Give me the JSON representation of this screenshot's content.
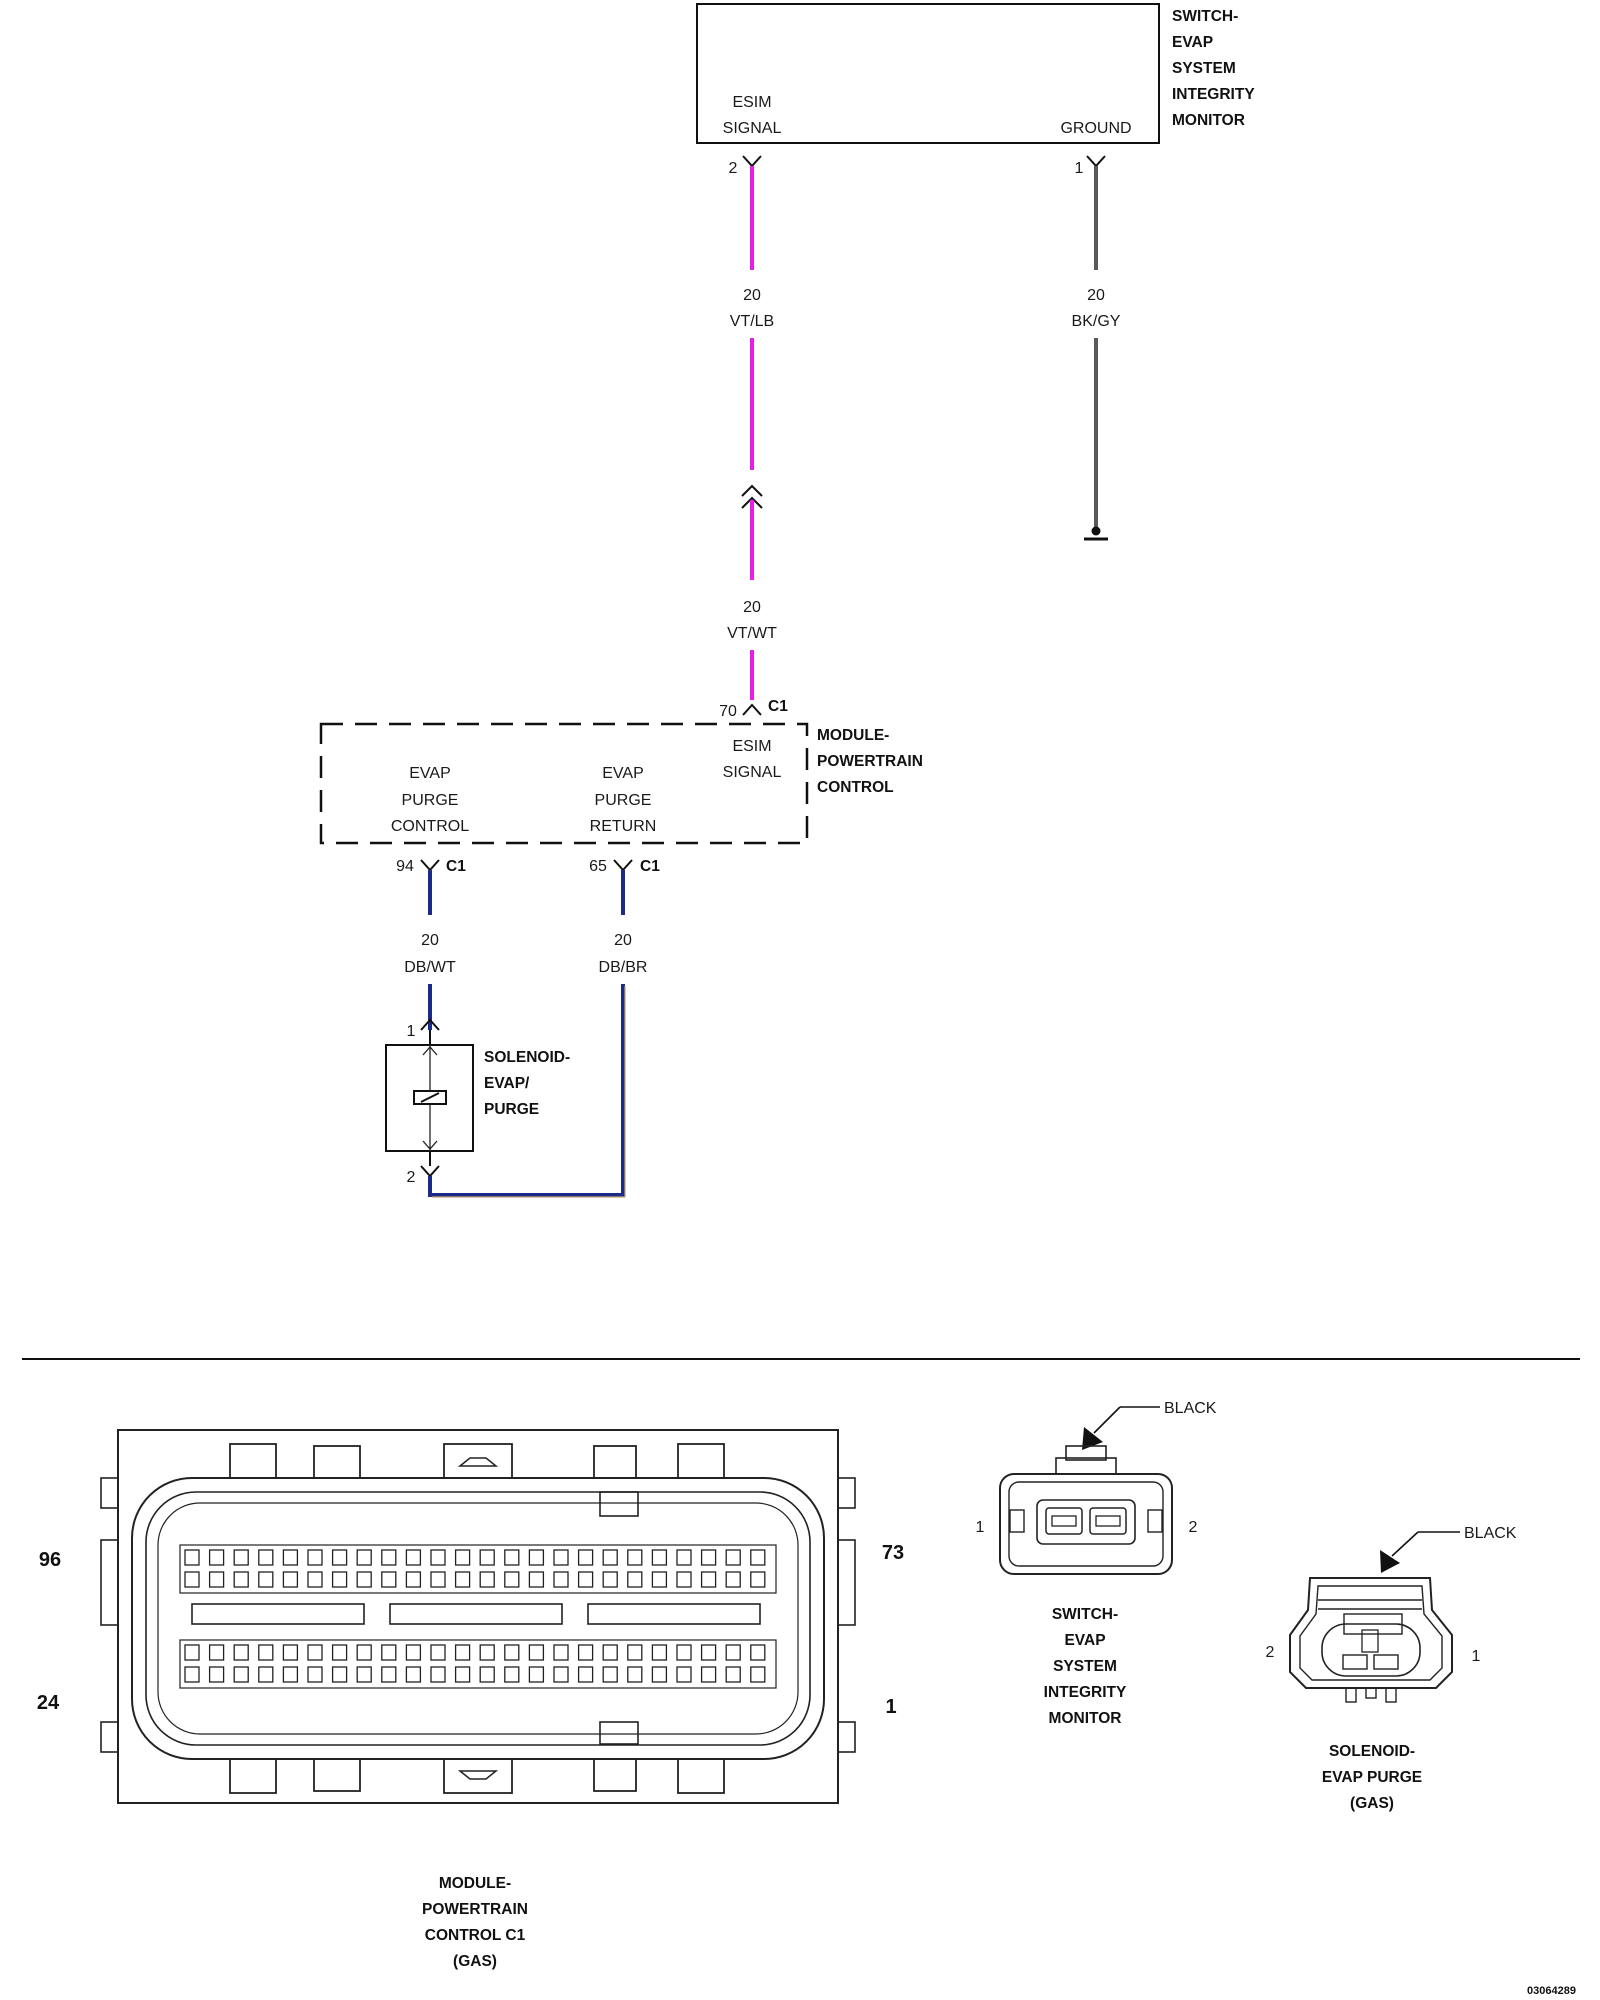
{
  "colors": {
    "vt_wire": "#e61ee6",
    "bk_wire": "#5a5a5a",
    "db_wire": "#1c2a8a",
    "db_wire_stripe": "#c8a46a",
    "ink": "#111111"
  },
  "switch_component": {
    "title": [
      "SWITCH-",
      "EVAP",
      "SYSTEM",
      "INTEGRITY",
      "MONITOR"
    ],
    "pin_esim": [
      "ESIM",
      "SIGNAL"
    ],
    "pin_ground": "GROUND",
    "pin2_number": "2",
    "pin1_number": "1"
  },
  "wires": {
    "esim_upper": {
      "gauge": "20",
      "color_code": "VT/LB"
    },
    "ground": {
      "gauge": "20",
      "color_code": "BK/GY"
    },
    "esim_lower": {
      "gauge": "20",
      "color_code": "VT/WT"
    },
    "purge_control": {
      "gauge": "20",
      "color_code": "DB/WT"
    },
    "purge_return": {
      "gauge": "20",
      "color_code": "DB/BR"
    }
  },
  "pcm_component": {
    "title": [
      "MODULE-",
      "POWERTRAIN",
      "CONTROL"
    ],
    "esim_pin": "70",
    "esim_connector": "C1",
    "esim_label": [
      "ESIM",
      "SIGNAL"
    ],
    "purge_control_label": [
      "EVAP",
      "PURGE",
      "CONTROL"
    ],
    "purge_return_label": [
      "EVAP",
      "PURGE",
      "RETURN"
    ],
    "purge_control_pin": "94",
    "purge_control_connector": "C1",
    "purge_return_pin": "65",
    "purge_return_connector": "C1"
  },
  "solenoid_component": {
    "title": [
      "SOLENOID-",
      "EVAP/",
      "PURGE"
    ],
    "pin1": "1",
    "pin2": "2"
  },
  "connector_views": {
    "pcm_c1": {
      "pin_96": "96",
      "pin_73": "73",
      "pin_24": "24",
      "pin_1": "1",
      "caption": [
        "MODULE-",
        "POWERTRAIN",
        "CONTROL C1",
        "(GAS)"
      ]
    },
    "switch": {
      "color_label": "BLACK",
      "pin_left": "1",
      "pin_right": "2",
      "caption": [
        "SWITCH-",
        "EVAP",
        "SYSTEM",
        "INTEGRITY",
        "MONITOR"
      ]
    },
    "solenoid": {
      "color_label": "BLACK",
      "pin_left": "2",
      "pin_right": "1",
      "caption": [
        "SOLENOID-",
        "EVAP PURGE",
        "(GAS)"
      ]
    }
  },
  "figure_id": "03064289"
}
